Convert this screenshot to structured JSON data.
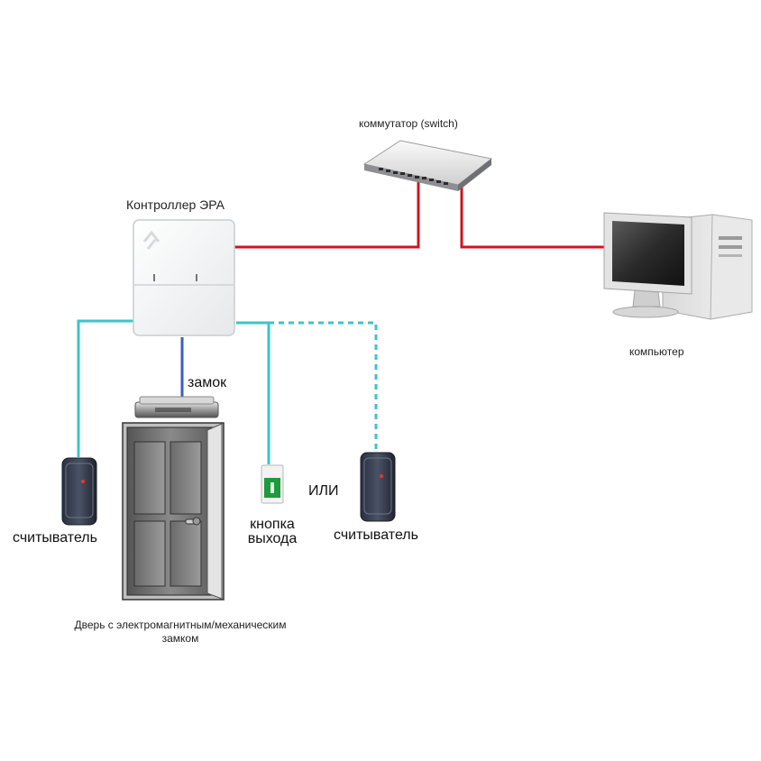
{
  "labels": {
    "switch": "коммутатор (switch)",
    "controller": "Контроллер ЭРА",
    "computer": "компьютер",
    "lock": "замок",
    "reader_left": "считыватель",
    "reader_right": "считыватель",
    "or": "ИЛИ",
    "exit_button_line1": "кнопка",
    "exit_button_line2": "выхода",
    "door_line1": "Дверь с электромагнитным/механическим",
    "door_line2": "замком"
  },
  "colors": {
    "ethernet": "#d0141e",
    "wiring": "#3ec3c8",
    "lock_wire": "#3a5fbf"
  },
  "icons": {
    "switch": "network-switch-icon",
    "controller": "controller-box-icon",
    "computer": "desktop-computer-icon",
    "lock": "electromagnetic-lock-icon",
    "door": "door-icon",
    "reader": "card-reader-icon",
    "exit_button": "exit-button-icon"
  }
}
